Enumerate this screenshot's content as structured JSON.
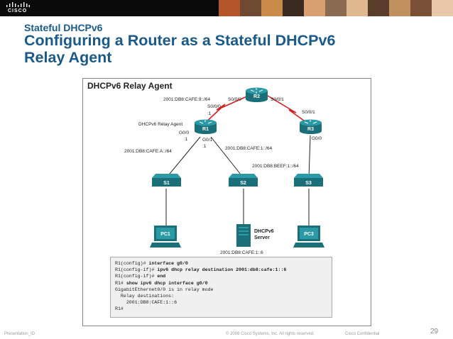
{
  "header": {
    "brand": "CISCO"
  },
  "slide": {
    "subtitle": "Stateful DHCPv6",
    "title_line1": "Configuring a Router as a Stateful DHCPv6",
    "title_line2": "Relay Agent"
  },
  "figure": {
    "title": "DHCPv6 Relay Agent",
    "devices": {
      "r1": "R1",
      "r2": "R2",
      "r3": "R3",
      "s1": "S1",
      "s2": "S2",
      "s3": "S3",
      "pc1": "PC1",
      "pc3": "PC3",
      "server_line1": "DHCPv6",
      "server_line2": "Server"
    },
    "labels": {
      "net_r1_r2": "2001:DB8:CAFE:9::/64",
      "r2_s000": "S0/0/0",
      "r2_s001": "S0/0/1",
      "r1_s000": "S0/0/0",
      "r1_s000_addr": ":1",
      "relay_agent": "DHCPv6 Relay Agent",
      "r1_g00": "G0/0",
      "r1_g00_addr": ":1",
      "r1_g01": "G0/1",
      "r1_g01_addr": ":1",
      "r3_s001": "S0/0/1",
      "r3_g00": "G0/0",
      "net_a": "2001:DB8:CAFE:A::/64",
      "net_1": "2001:DB8:CAFE:1::/64",
      "net_beef": "2001:DB8:BEEF:1::/64",
      "server_addr": "2001:DB8:CAFE:1::6"
    },
    "cli": [
      {
        "prompt": "R1(config)# ",
        "cmd": "interface g0/0"
      },
      {
        "prompt": "R1(config-if)# ",
        "cmd": "ipv6 dhcp relay destination 2001:db8:cafe:1::6"
      },
      {
        "prompt": "R1(config-if)# ",
        "cmd": "end"
      },
      {
        "prompt": "R1# ",
        "cmd": "show ipv6 dhcp interface g0/0"
      },
      {
        "prompt": "GigabitEthernet0/0 is in relay mode",
        "cmd": ""
      },
      {
        "prompt": "  Relay destinations:",
        "cmd": ""
      },
      {
        "prompt": "    2001:DB8:CAFE:1::6",
        "cmd": ""
      },
      {
        "prompt": "R1#",
        "cmd": ""
      }
    ]
  },
  "footer": {
    "left": "Presentation_ID",
    "center": "© 2008 Cisco Systems, Inc. All rights reserved.",
    "right": "Cisco Confidential",
    "page": "29"
  },
  "colors": {
    "title": "#1a5a8a",
    "device": "#1f7f8a",
    "serial": "#d62020"
  }
}
